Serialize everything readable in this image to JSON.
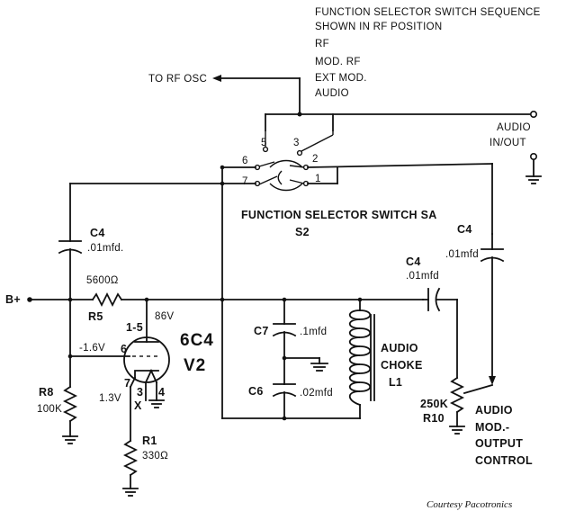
{
  "header": {
    "line1": "FUNCTION SELECTOR SWITCH SEQUENCE",
    "line2": "SHOWN IN RF POSITION",
    "positions": [
      "RF",
      "MOD. RF",
      "EXT MOD.",
      "AUDIO"
    ]
  },
  "labels": {
    "to_rf_osc": "TO RF OSC",
    "audio_inout_1": "AUDIO",
    "audio_inout_2": "IN/OUT",
    "switch_title": "FUNCTION SELECTOR SWITCH SA",
    "switch_ref": "S2",
    "bplus": "B+",
    "credit": "Courtesy Pacotronics"
  },
  "switch_contacts": [
    "5",
    "3",
    "6",
    "2",
    "7",
    "1"
  ],
  "components": {
    "c4_left": {
      "ref": "C4",
      "value": ".01mfd."
    },
    "c4_mid": {
      "ref": "C4",
      "value": ".01mfd"
    },
    "c4_right": {
      "ref": "C4",
      "value": ".01mfd"
    },
    "r5": {
      "value": "5600Ω",
      "ref": "R5"
    },
    "c7": {
      "ref": "C7",
      "value": ".1mfd"
    },
    "c6": {
      "ref": "C6",
      "value": ".02mfd"
    },
    "l1": {
      "line1": "AUDIO",
      "line2": "CHOKE",
      "line3": "L1"
    },
    "r8": {
      "ref": "R8",
      "value": "100K"
    },
    "r1": {
      "ref": "R1",
      "value": "330Ω"
    },
    "r10": {
      "value": "250K",
      "ref": "R10"
    },
    "v2": {
      "type": "6C4",
      "ref": "V2"
    },
    "output": {
      "line1": "AUDIO",
      "line2": "MOD.-",
      "line3": "OUTPUT",
      "line4": "CONTROL"
    }
  },
  "tube_pins": {
    "pin15": "1-5",
    "pin6": "6",
    "pin7": "7",
    "pin3": "3",
    "pin4": "4",
    "pinx": "X"
  },
  "voltages": {
    "plate": "86V",
    "grid": "-1.6V",
    "cathode": "1.3V"
  }
}
